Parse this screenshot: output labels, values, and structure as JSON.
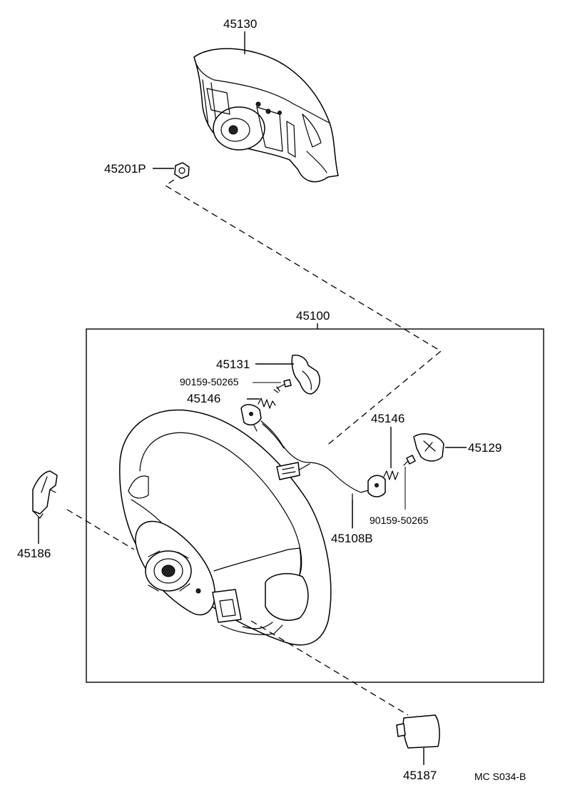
{
  "parts": {
    "pad_assembly": "45130",
    "nut": "45201P",
    "wheel_assembly": "45100",
    "cover_left_switch": "45131",
    "screw_upper": "90159-50265",
    "spring_left": "45146",
    "spring_right": "45146",
    "cover_right_switch": "45129",
    "wire_harness": "45108B",
    "screw_lower": "90159-50265",
    "lower_cover_left": "45186",
    "lower_cover_bottom": "45187"
  },
  "reference_code": "MC S034-B"
}
